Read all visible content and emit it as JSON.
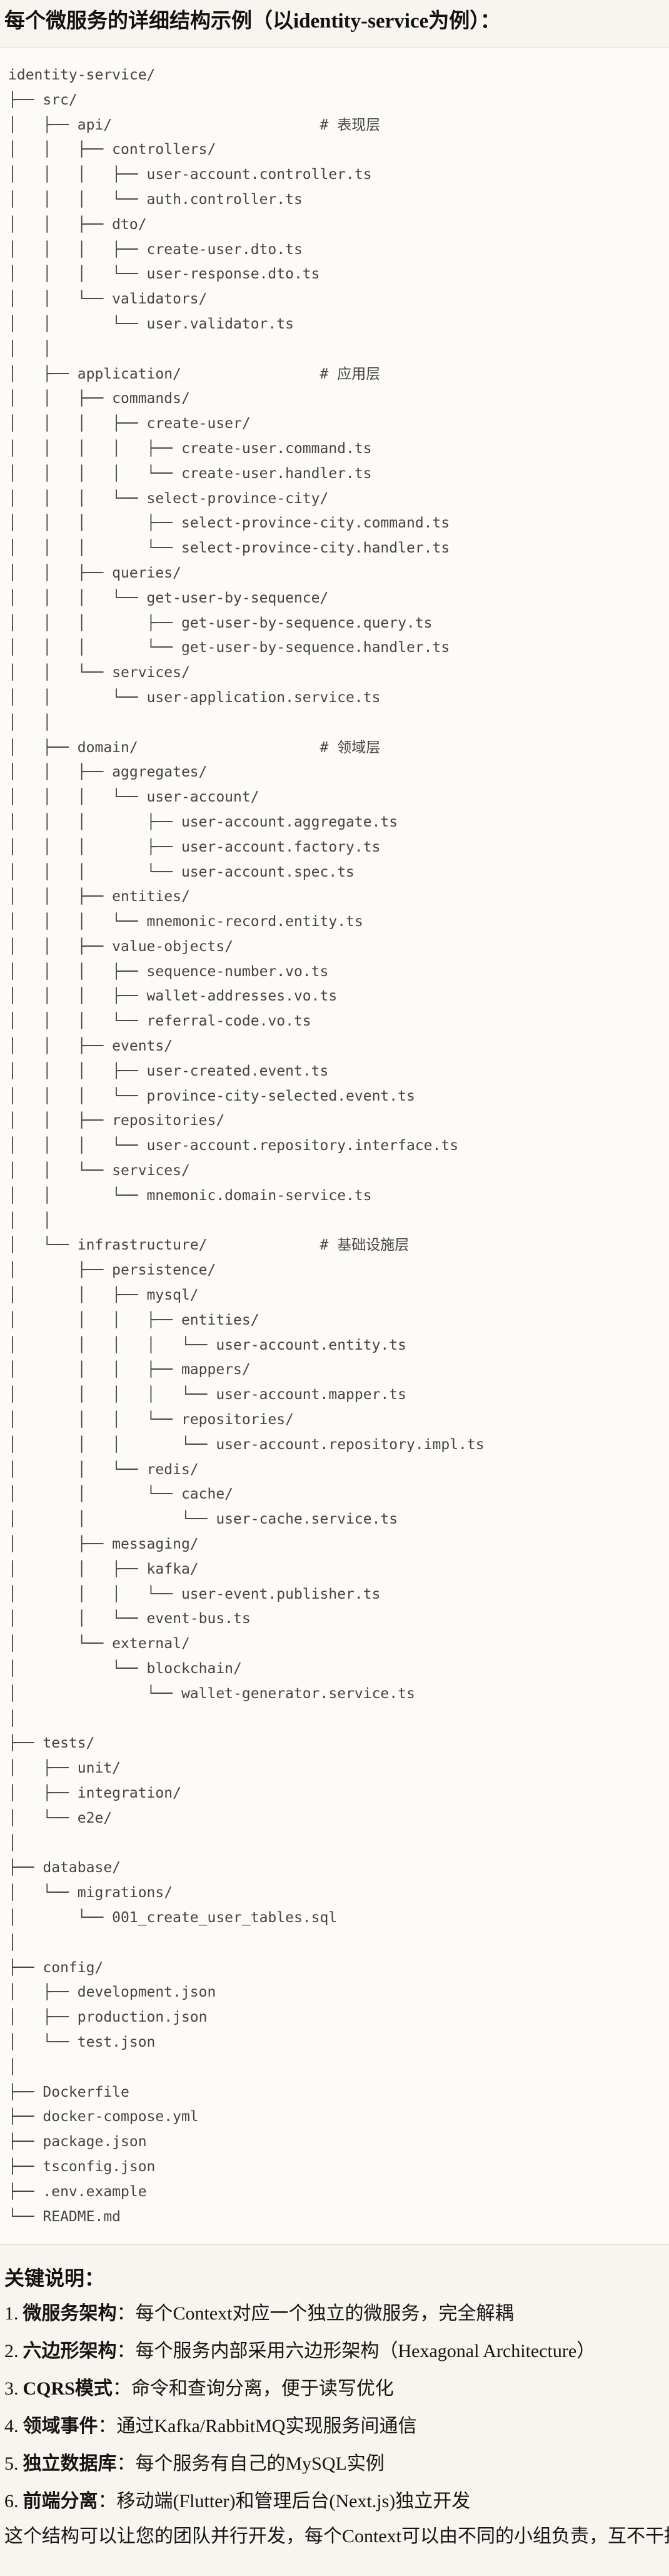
{
  "theme": {
    "page_background": "#F7F5EF",
    "code_background": "#FCFBF8",
    "divider_color": "#DCD9D0",
    "code_text_color": "#454440",
    "body_text_color": "#161511"
  },
  "header": {
    "title": "每个微服务的详细结构示例（以identity-service为例）："
  },
  "code_block": {
    "lines": [
      "identity-service/",
      "├── src/",
      "│   ├── api/                        # 表现层",
      "│   │   ├── controllers/",
      "│   │   │   ├── user-account.controller.ts",
      "│   │   │   └── auth.controller.ts",
      "│   │   ├── dto/",
      "│   │   │   ├── create-user.dto.ts",
      "│   │   │   └── user-response.dto.ts",
      "│   │   └── validators/",
      "│   │       └── user.validator.ts",
      "│   │",
      "│   ├── application/                # 应用层",
      "│   │   ├── commands/",
      "│   │   │   ├── create-user/",
      "│   │   │   │   ├── create-user.command.ts",
      "│   │   │   │   └── create-user.handler.ts",
      "│   │   │   └── select-province-city/",
      "│   │   │       ├── select-province-city.command.ts",
      "│   │   │       └── select-province-city.handler.ts",
      "│   │   ├── queries/",
      "│   │   │   └── get-user-by-sequence/",
      "│   │   │       ├── get-user-by-sequence.query.ts",
      "│   │   │       └── get-user-by-sequence.handler.ts",
      "│   │   └── services/",
      "│   │       └── user-application.service.ts",
      "│   │",
      "│   ├── domain/                     # 领域层",
      "│   │   ├── aggregates/",
      "│   │   │   └── user-account/",
      "│   │   │       ├── user-account.aggregate.ts",
      "│   │   │       ├── user-account.factory.ts",
      "│   │   │       └── user-account.spec.ts",
      "│   │   ├── entities/",
      "│   │   │   └── mnemonic-record.entity.ts",
      "│   │   ├── value-objects/",
      "│   │   │   ├── sequence-number.vo.ts",
      "│   │   │   ├── wallet-addresses.vo.ts",
      "│   │   │   └── referral-code.vo.ts",
      "│   │   ├── events/",
      "│   │   │   ├── user-created.event.ts",
      "│   │   │   └── province-city-selected.event.ts",
      "│   │   ├── repositories/",
      "│   │   │   └── user-account.repository.interface.ts",
      "│   │   └── services/",
      "│   │       └── mnemonic.domain-service.ts",
      "│   │",
      "│   └── infrastructure/             # 基础设施层",
      "│       ├── persistence/",
      "│       │   ├── mysql/",
      "│       │   │   ├── entities/",
      "│       │   │   │   └── user-account.entity.ts",
      "│       │   │   ├── mappers/",
      "│       │   │   │   └── user-account.mapper.ts",
      "│       │   │   └── repositories/",
      "│       │   │       └── user-account.repository.impl.ts",
      "│       │   └── redis/",
      "│       │       └── cache/",
      "│       │           └── user-cache.service.ts",
      "│       ├── messaging/",
      "│       │   ├── kafka/",
      "│       │   │   └── user-event.publisher.ts",
      "│       │   └── event-bus.ts",
      "│       └── external/",
      "│           └── blockchain/",
      "│               └── wallet-generator.service.ts",
      "│",
      "├── tests/",
      "│   ├── unit/",
      "│   ├── integration/",
      "│   └── e2e/",
      "│",
      "├── database/",
      "│   └── migrations/",
      "│       └── 001_create_user_tables.sql",
      "│",
      "├── config/",
      "│   ├── development.json",
      "│   ├── production.json",
      "│   └── test.json",
      "│",
      "├── Dockerfile",
      "├── docker-compose.yml",
      "├── package.json",
      "├── tsconfig.json",
      "├── .env.example",
      "└── README.md"
    ]
  },
  "notes": {
    "heading": "关键说明：",
    "items": [
      {
        "num": "1.",
        "term": "微服务架构",
        "desc": "：每个Context对应一个独立的微服务，完全解耦"
      },
      {
        "num": "2.",
        "term": "六边形架构",
        "desc": "：每个服务内部采用六边形架构（Hexagonal Architecture）"
      },
      {
        "num": "3.",
        "term": "CQRS模式",
        "desc": "：命令和查询分离，便于读写优化"
      },
      {
        "num": "4.",
        "term": "领域事件",
        "desc": "：通过Kafka/RabbitMQ实现服务间通信"
      },
      {
        "num": "5.",
        "term": "独立数据库",
        "desc": "：每个服务有自己的MySQL实例"
      },
      {
        "num": "6.",
        "term": "前端分离",
        "desc": "：移动端(Flutter)和管理后台(Next.js)独立开发"
      }
    ],
    "footer": "这个结构可以让您的团队并行开发，每个Context可以由不同的小组负责，互不干扰。"
  }
}
